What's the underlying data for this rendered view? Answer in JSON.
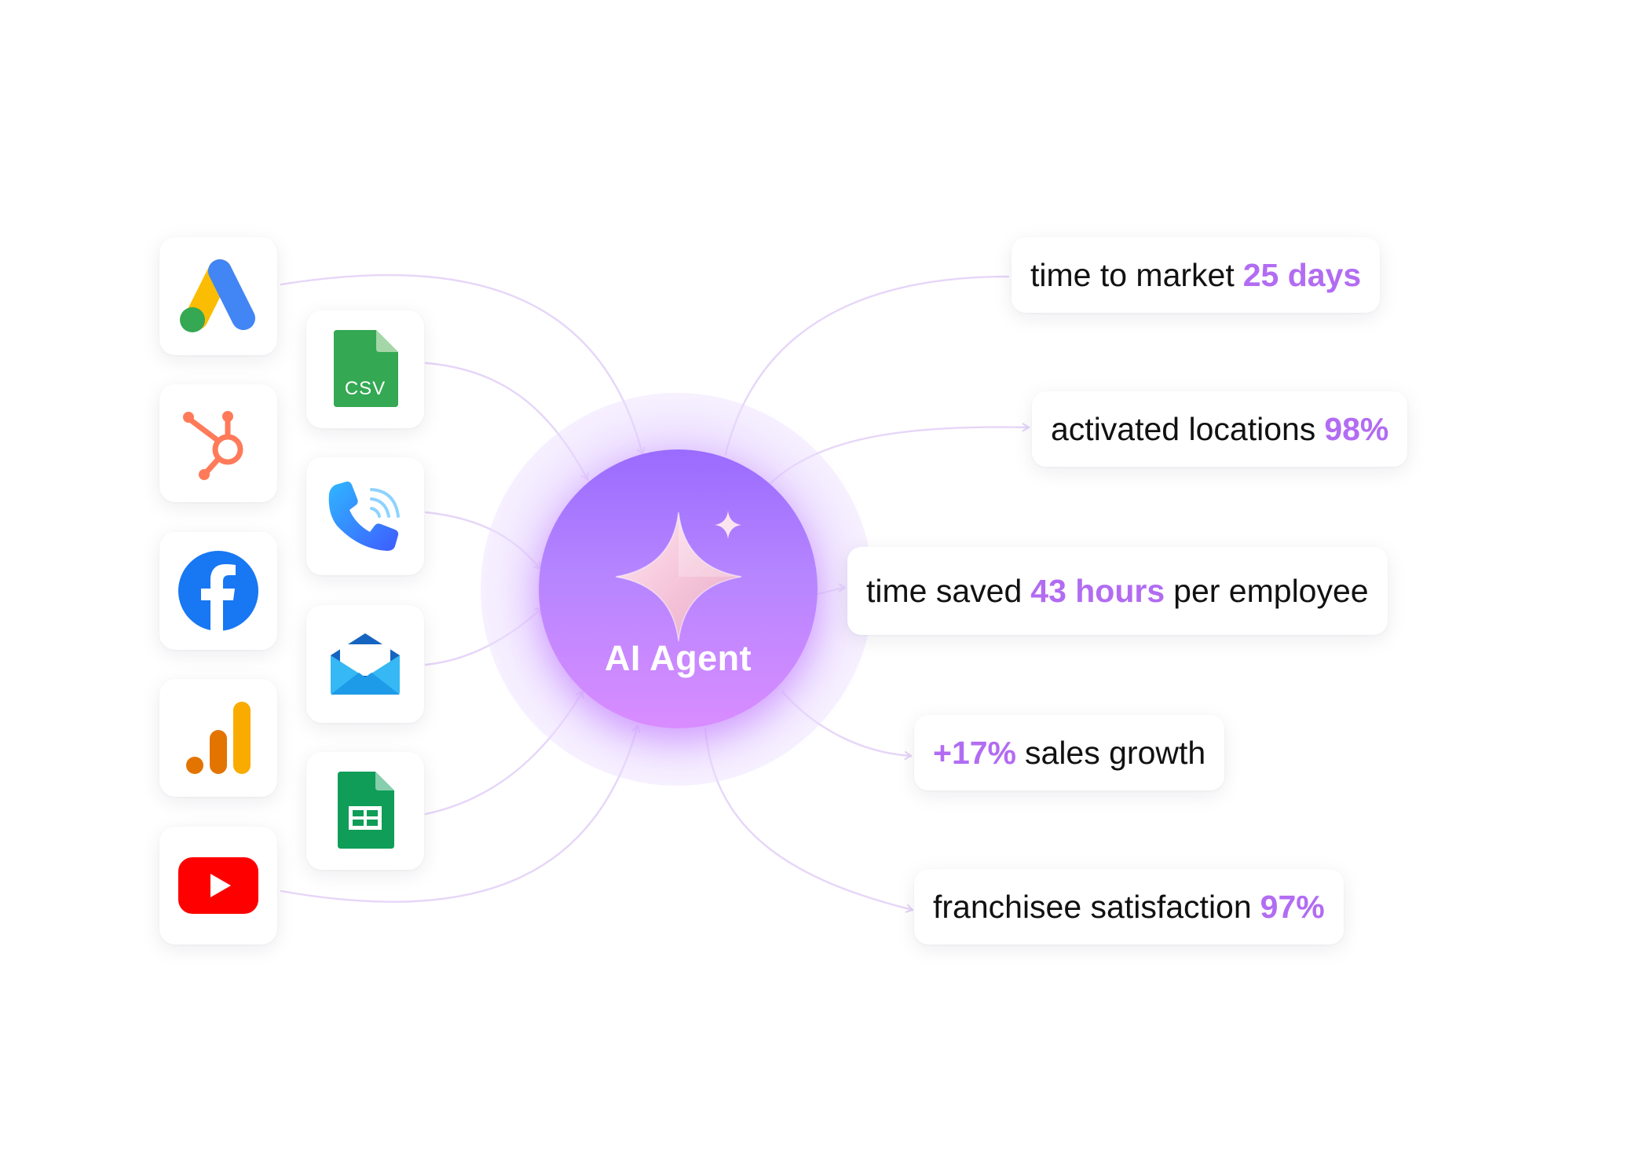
{
  "center": {
    "label": "AI Agent"
  },
  "sources": [
    {
      "icon": "google-ads-icon"
    },
    {
      "icon": "hubspot-icon"
    },
    {
      "icon": "facebook-icon"
    },
    {
      "icon": "google-analytics-icon"
    },
    {
      "icon": "youtube-icon"
    },
    {
      "icon": "csv-file-icon",
      "label": "CSV"
    },
    {
      "icon": "phone-call-icon"
    },
    {
      "icon": "email-icon"
    },
    {
      "icon": "google-sheets-icon"
    }
  ],
  "metrics": [
    {
      "before": "time to market",
      "value": "25 days",
      "after": ""
    },
    {
      "before": "activated locations",
      "value": "98%",
      "after": ""
    },
    {
      "before": "time saved",
      "value": "43 hours",
      "after": "per employee"
    },
    {
      "before": "",
      "value": "+17%",
      "after": "sales growth"
    },
    {
      "before": "franchisee satisfaction",
      "value": "97%",
      "after": ""
    }
  ],
  "colors": {
    "accent": "#b26cf2",
    "agent_top": "#9a6bff",
    "agent_bottom": "#d98cff",
    "connector": "#e3d2f7",
    "text": "#111111"
  }
}
